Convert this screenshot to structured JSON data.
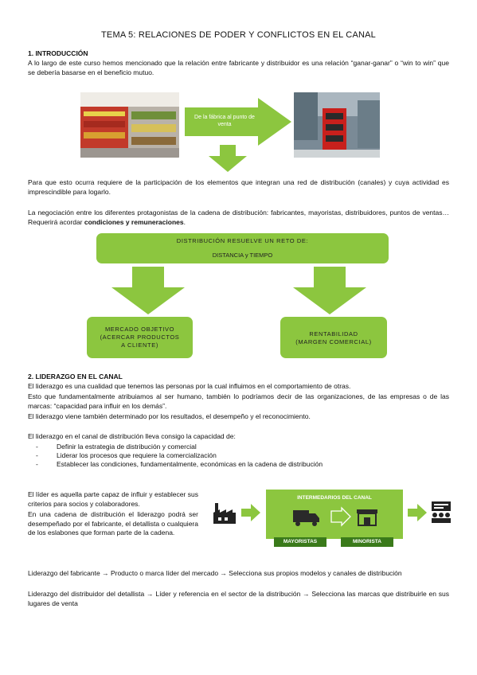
{
  "title": "TEMA 5: RELACIONES DE PODER Y CONFLICTOS EN EL CANAL",
  "section1": {
    "heading": "1. INTRODUCCIÓN",
    "intro": "A lo largo de este curso hemos mencionado que la relación entre fabricante y distribuidor es una relación “ganar-ganar” o “win to win” que se debería basarse en el beneficio mutuo.",
    "arrow_label": "De la fábrica al punto de venta",
    "para2": "Para que esto ocurra requiere de la participación de los elementos que integran una red de distribución (canales) y cuya actividad es imprescindible para logarlo.",
    "para3_a": "La negociación entre los diferentes protagonistas de la cadena de distribución: fabricantes, mayoristas, distribuidores, puntos de ventas… Requerirá acordar ",
    "para3_b": "condiciones y remuneraciones",
    "para3_c": ".",
    "diagram": {
      "top_line1": "DISTRIBUCIÓN RESUELVE UN RETO DE:",
      "top_line2": "DISTANCIA y TIEMPO",
      "left_box": "MERCADO OBJETIVO (ACERCAR PRODUCTOS A CLIENTE)",
      "right_box_line1": "RENTABILIDAD",
      "right_box_line2": "(MARGEN COMERCIAL)"
    }
  },
  "section2": {
    "heading": "2. LIDERAZGO EN EL CANAL",
    "p1": "El liderazgo es una cualidad que tenemos las personas por la cual influimos en el comportamiento de otras.",
    "p2": "Esto que fundamentalmente atribuiamos al ser humano, también lo podríamos decir de las organizaciones, de las empresas o de las marcas: “capacidad para influir en los demás”.",
    "p3": "El liderazgo viene también determinado por los resultados, el desempeño y el reconocimiento.",
    "p4": "El liderazgo en el canal de distribución lleva consigo la capacidad de:",
    "bullets": [
      "Definir la estrategia de distribución y comercial",
      "Liderar los procesos que requiere la comercialización",
      "Establecer las condiciones, fundamentalmente, económicas en la cadena de distribución"
    ],
    "leader_p1": "El líder es aquella parte capaz de influir y establecer sus criterios para socios y colaboradores.",
    "leader_p2": "En una cadena de distribución el liderazgo podrá ser desempeñado por el fabricante, el detallista o cualquiera de los eslabones que forman parte de la cadena.",
    "channel": {
      "title": "INTERMEDARIOS DEL CANAL",
      "label_left": "MAYORISTAS",
      "label_right": "MINORISTA"
    },
    "line1": "Liderazgo del fabricante → Producto o marca líder del mercado → Selecciona sus propios modelos y canales de distribución",
    "line2": "Liderazgo del distribuidor del detallista → Líder y referencia en el sector de la distribución → Selecciona las marcas que distribuirle en sus lugares de venta"
  },
  "colors": {
    "green": "#8cc63f",
    "dark_green": "#3a7a1a",
    "icon_dark": "#222222"
  }
}
